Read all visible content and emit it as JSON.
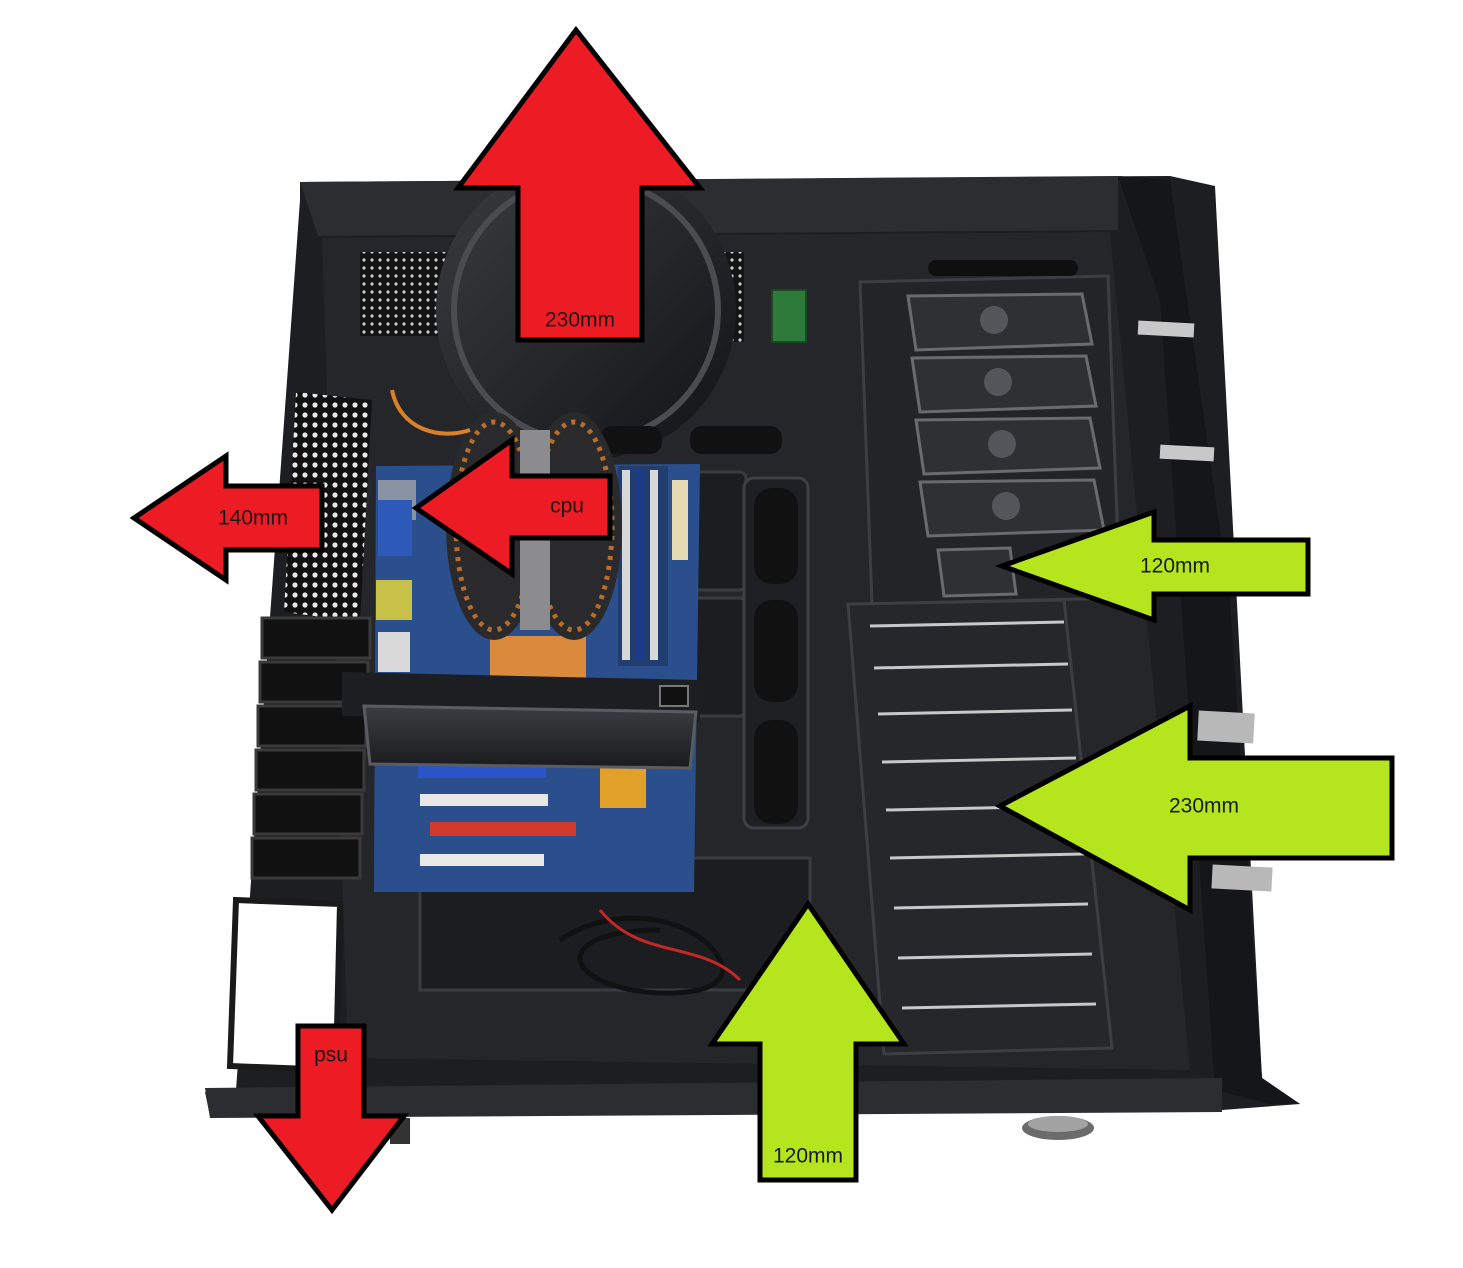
{
  "arrows": {
    "top_exhaust": {
      "label": "230mm",
      "flow": "out",
      "color": "#ed1c24"
    },
    "rear_exhaust": {
      "label": "140mm",
      "flow": "out",
      "color": "#ed1c24"
    },
    "cpu_cooler": {
      "label": "cpu",
      "flow": "in",
      "color": "#ed1c24"
    },
    "psu": {
      "label": "psu",
      "flow": "out",
      "color": "#ed1c24"
    },
    "front_upper_intake": {
      "label": "120mm",
      "flow": "in",
      "color": "#b5e61d"
    },
    "front_main_intake": {
      "label": "230mm",
      "flow": "in",
      "color": "#b5e61d"
    },
    "bottom_intake": {
      "label": "120mm",
      "flow": "in",
      "color": "#b5e61d"
    }
  },
  "colors": {
    "case_body": "#1b1c1f",
    "case_panel": "#2a2b2f",
    "motherboard": "#2a4f8a",
    "arrow_outline": "#000000"
  }
}
